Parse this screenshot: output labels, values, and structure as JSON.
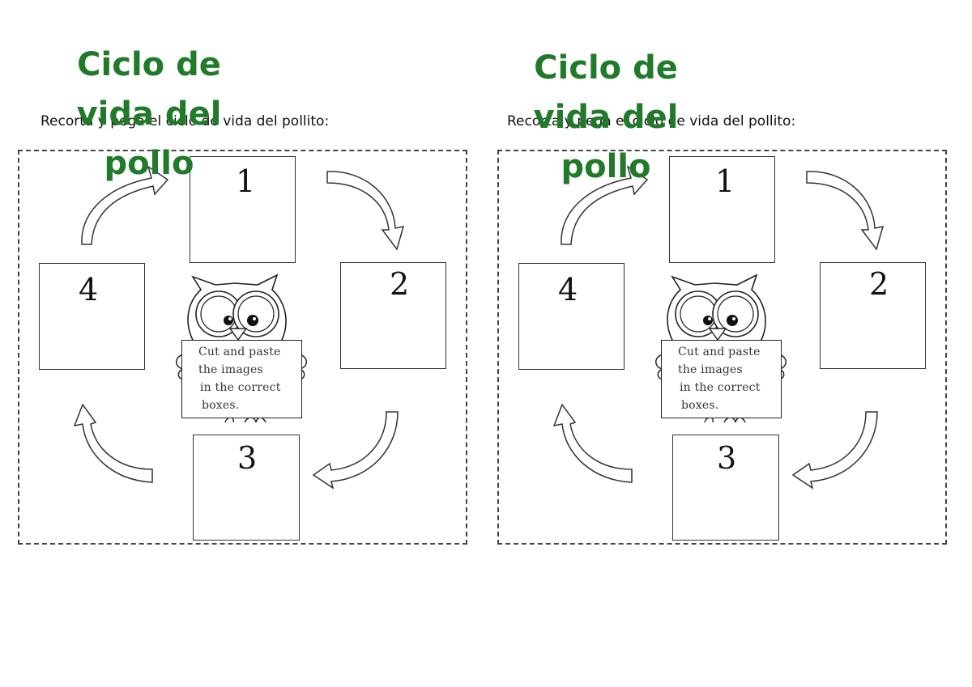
{
  "worksheets": [
    {
      "title_lines": [
        "Ciclo de",
        "vida del",
        "pollo"
      ],
      "instruction": "Recorta y pega el ciclo de vida del pollito:",
      "boxes": [
        "1",
        "2",
        "3",
        "4"
      ],
      "sign_lines": [
        "Cut and paste",
        "the images",
        "in the correct",
        "boxes."
      ]
    },
    {
      "title_lines": [
        "Ciclo de",
        "vida del",
        "pollo"
      ],
      "instruction": "Recorta y pega el ciclo de vida del pollito:",
      "boxes": [
        "1",
        "2",
        "3",
        "4"
      ],
      "sign_lines": [
        "Cut and paste",
        "the images",
        "in the correct",
        "boxes."
      ]
    }
  ],
  "colors": {
    "title": "#217a2a",
    "lines": "#333333"
  }
}
